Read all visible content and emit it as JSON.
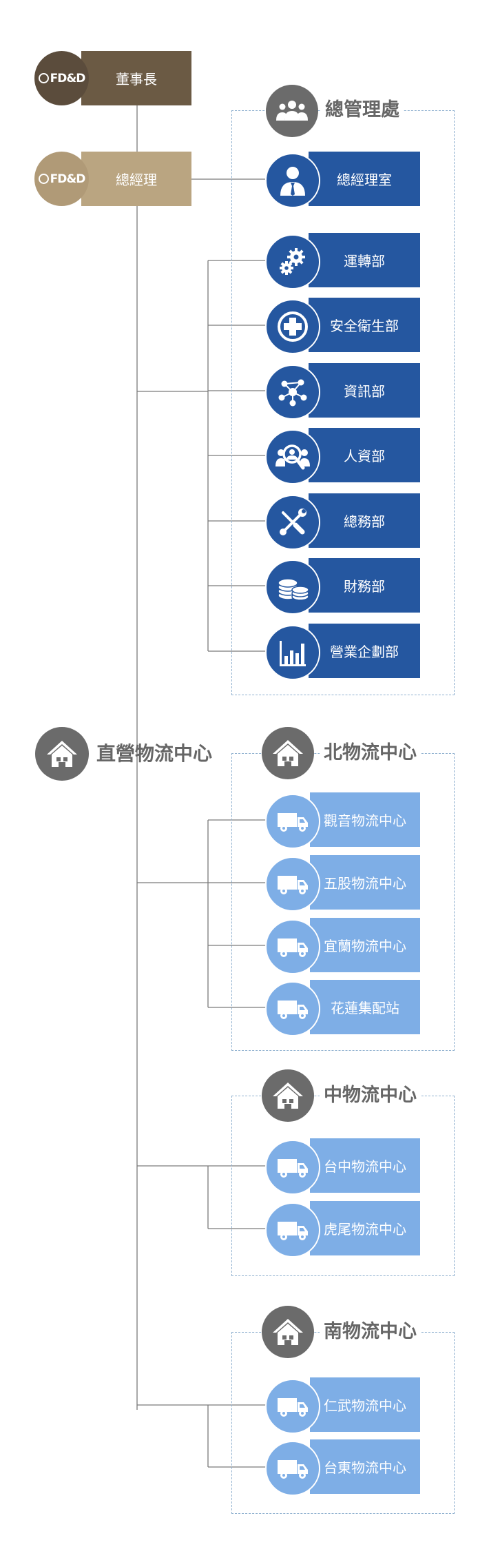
{
  "logo_text": "FD&D",
  "chairman": {
    "label": "董事長"
  },
  "gm": {
    "label": "總經理"
  },
  "admin": {
    "title": "總管理處",
    "office": "總經理室",
    "departments": [
      {
        "label": "運轉部",
        "icon": "gears-icon"
      },
      {
        "label": "安全衛生部",
        "icon": "medical-cross-icon"
      },
      {
        "label": "資訊部",
        "icon": "network-icon"
      },
      {
        "label": "人資部",
        "icon": "people-search-icon"
      },
      {
        "label": "總務部",
        "icon": "tools-icon"
      },
      {
        "label": "財務部",
        "icon": "coins-icon"
      },
      {
        "label": "營業企劃部",
        "icon": "bar-chart-icon"
      }
    ]
  },
  "logistics": {
    "title": "直營物流中心",
    "regions": [
      {
        "title": "北物流中心",
        "centers": [
          "觀音物流中心",
          "五股物流中心",
          "宜蘭物流中心",
          "花蓮集配站"
        ]
      },
      {
        "title": "中物流中心",
        "centers": [
          "台中物流中心",
          "虎尾物流中心"
        ]
      },
      {
        "title": "南物流中心",
        "centers": [
          "仁武物流中心",
          "台東物流中心"
        ]
      }
    ]
  },
  "colors": {
    "chairman_dark": "#5b4c3c",
    "chairman_bar": "#6b5a44",
    "gm_light": "#b09a77",
    "gm_bar": "#baa581",
    "dept_blue": "#2557a0",
    "logistics_blue": "#7eaee6",
    "house_gray": "#6b6b6b",
    "line": "#777777"
  }
}
